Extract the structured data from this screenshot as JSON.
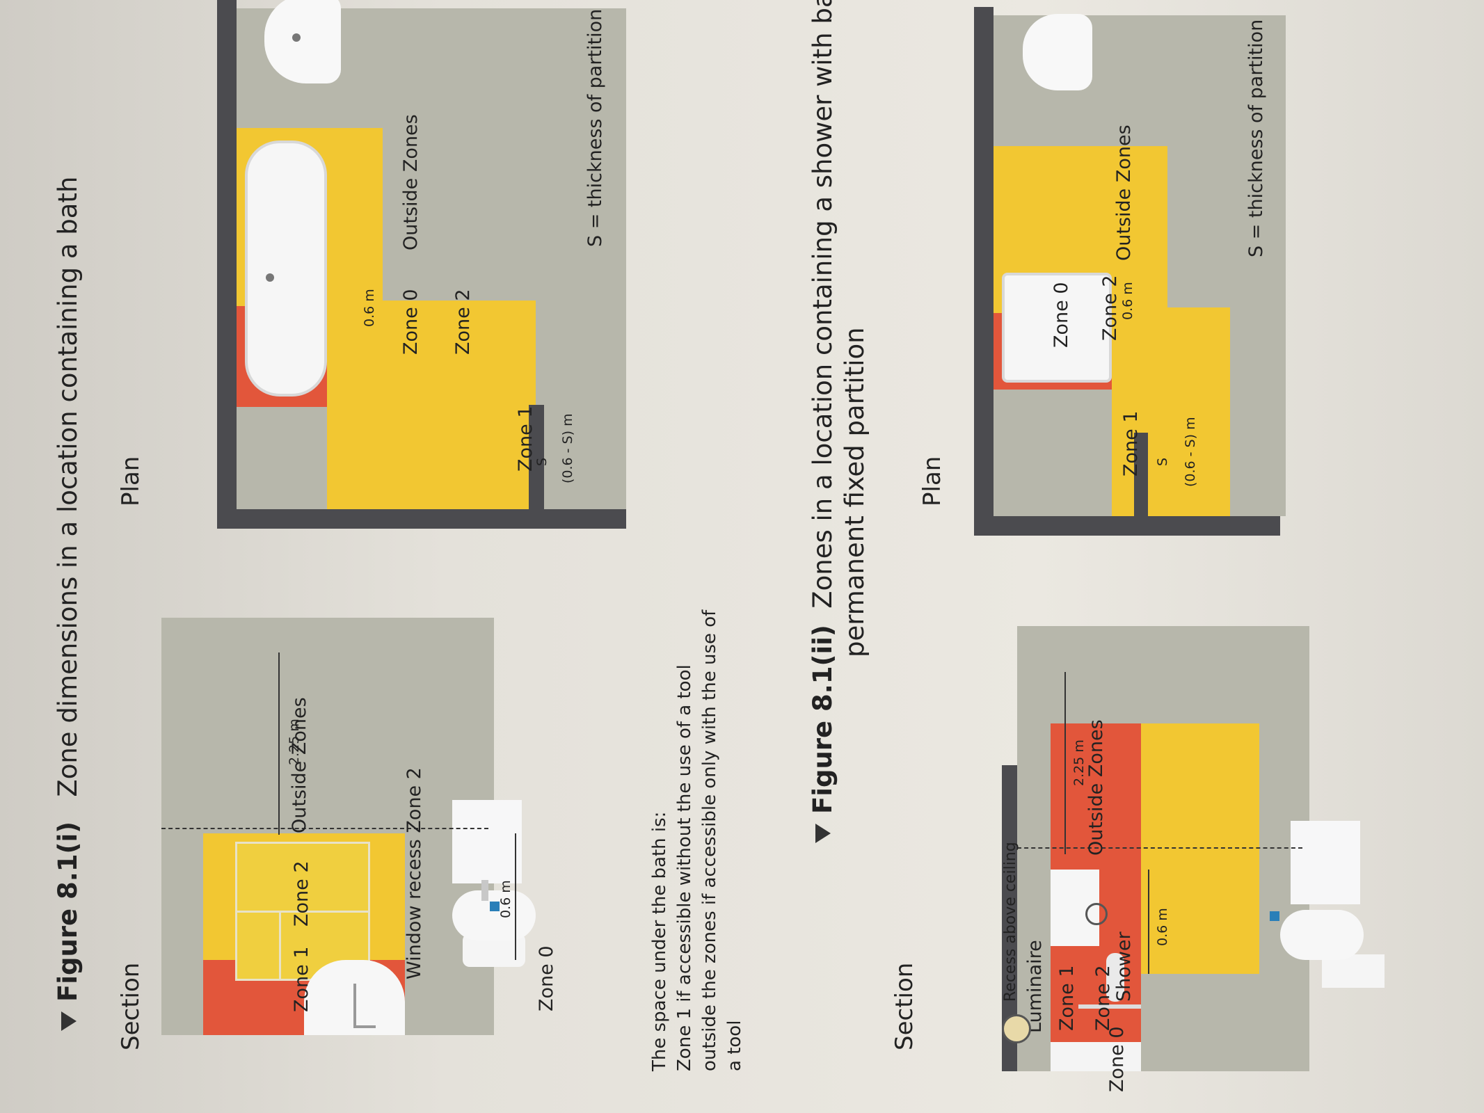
{
  "figure_i": {
    "number": "Figure 8.1(i)",
    "title": "Zone dimensions in a location containing a bath",
    "section_heading": "Section",
    "plan_heading": "Plan",
    "section": {
      "zone1": "Zone 1",
      "zone2": "Zone 2",
      "zone0": "Zone 0",
      "outside": "Outside Zones",
      "window": "Window recess Zone 2",
      "dim_height": "2.25 m",
      "dim_width": "0.6 m"
    },
    "note": {
      "line1": "The space under the bath is:",
      "line2": "Zone 1 if accessible without the use of a tool",
      "line3": "outside the zones if accessible only with the use of",
      "line4": "a tool"
    },
    "plan": {
      "zone0": "Zone 0",
      "zone1": "Zone 1",
      "zone2": "Zone 2",
      "outside": "Outside Zones",
      "dim_width": "0.6 m",
      "dim_s": "S",
      "dim_radius": "(0.6 - S) m",
      "legend": "S = thickness of partition"
    }
  },
  "figure_ii": {
    "number": "Figure 8.1(ii)",
    "title_line1": "Zones in a location containing a shower with basin and with",
    "title_line2": "permanent fixed partition",
    "section_heading": "Section",
    "plan_heading": "Plan",
    "section": {
      "luminaire": "Luminaire",
      "recess": "Recess above ceiling",
      "zone1": "Zone 1",
      "zone2": "Zone 2",
      "zone0": "Zone 0",
      "shower": "Shower",
      "outside": "Outside Zones",
      "dim_height": "2.25 m",
      "dim_width": "0.6 m"
    },
    "plan": {
      "zone0": "Zone 0",
      "zone1": "Zone 1",
      "zone2": "Zone 2",
      "outside": "Outside Zones",
      "dim_width": "0.6 m",
      "dim_s": "S",
      "dim_radius": "(0.6 - S) m",
      "legend": "S = thickness of partition"
    }
  },
  "colors": {
    "zone0": "#ffffff",
    "zone1": "#e2563b",
    "zone2": "#f2c732",
    "outside": "#b7b7ab",
    "wall": "#4b4b4f"
  }
}
